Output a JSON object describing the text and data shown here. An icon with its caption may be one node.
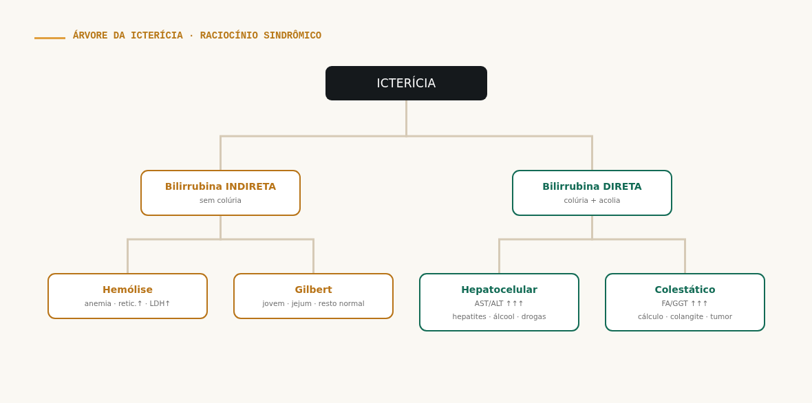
{
  "diagram": {
    "title": "ÁRVORE DA ICTERÍCIA · RACIOCÍNIO SINDRÔMICO",
    "nodes": [
      {
        "text": [
          "ICTERÍCIA"
        ]
      },
      {
        "text": [
          "Bilirrubina INDIRETA",
          "sem colúria"
        ]
      },
      {
        "text": [
          "Bilirrubina DIRETA",
          "colúria + acolia"
        ]
      },
      {
        "text": [
          "Hemólise",
          "anemia · retic.↑ · LDH↑"
        ]
      },
      {
        "text": [
          "Gilbert",
          "jovem · jejum · resto normal"
        ]
      },
      {
        "text": [
          "Hepatocelular",
          "AST/ALT ↑↑↑",
          "hepatites · álcool · drogas"
        ]
      },
      {
        "text": [
          "Colestático",
          "FA/GGT ↑↑↑",
          "cálculo · colangite · tumor"
        ]
      }
    ],
    "edges": [
      {
        "from": 0,
        "to": 1,
        "arrow": "none"
      },
      {
        "from": 0,
        "to": 2,
        "arrow": "none"
      },
      {
        "from": 1,
        "to": 3,
        "arrow": "none"
      },
      {
        "from": 1,
        "to": 4,
        "arrow": "none"
      },
      {
        "from": 2,
        "to": 5,
        "arrow": "none"
      },
      {
        "from": 2,
        "to": 6,
        "arrow": "none"
      }
    ]
  }
}
